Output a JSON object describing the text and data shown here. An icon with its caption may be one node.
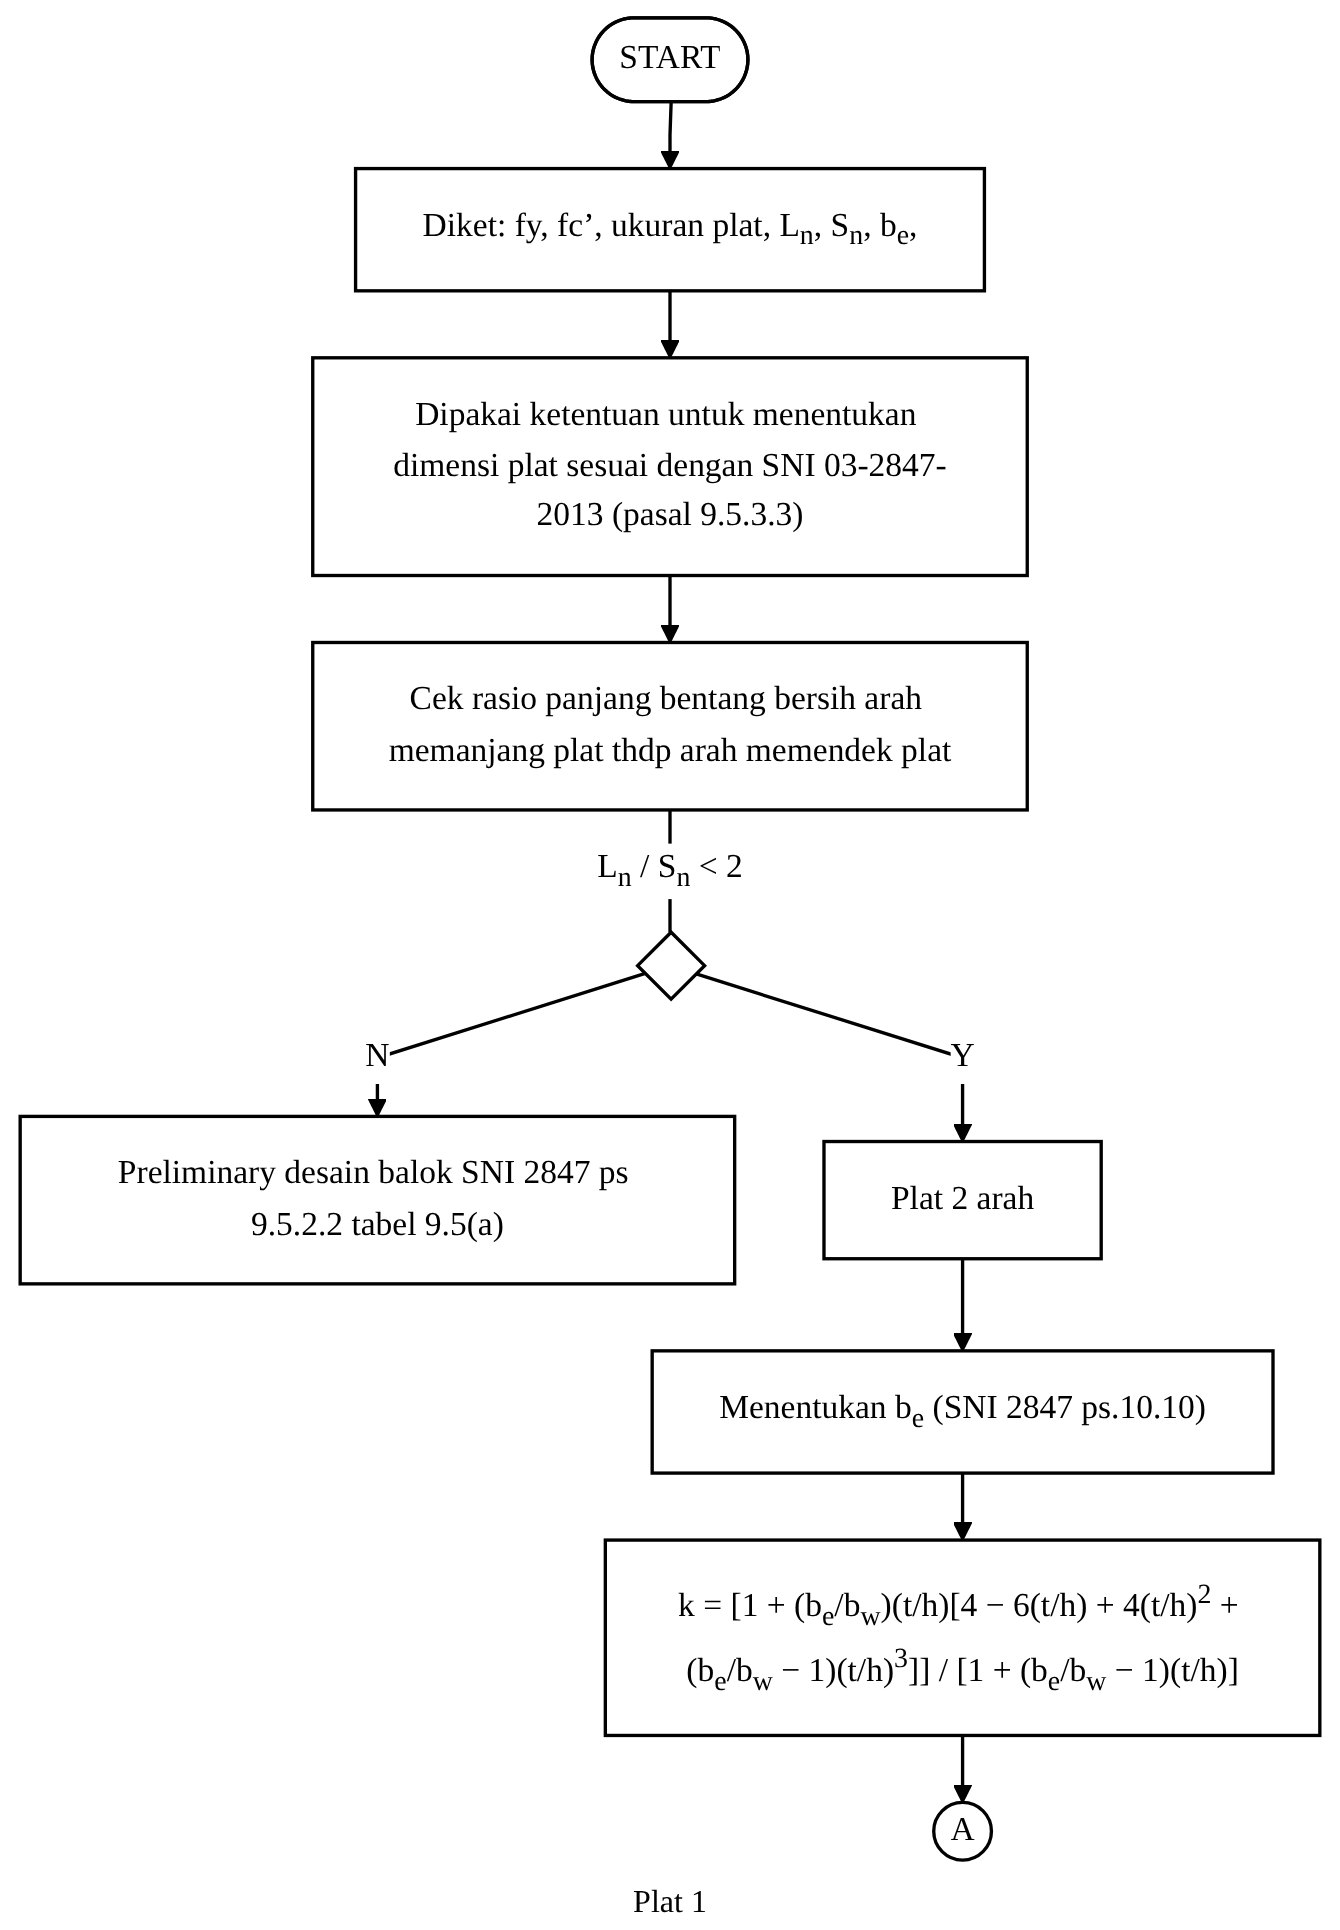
{
  "diagram": {
    "nodes": [
      {
        "text": [
          "START"
        ]
      },
      {
        "text": [
          "Diket: fy, fc’, ukuran plat, L$_{n}$, S$_{n}$, b$_{e}$,"
        ]
      },
      {
        "text": [
          "Dipakai ketentuan untuk menentukan dimensi plat sesuai dengan SNI 03-2847-2013 (pasal 9.5.3.3)"
        ]
      },
      {
        "text": [
          "Preliminary desain balok SNI 2847 ps 9.5.2.2 tabel 9.5(a)"
        ]
      },
      {
        "text": [
          "Cek rasio panjang bentang bersih arah memanjang plat thdp arah memendek plat"
        ]
      },
      {
        "text": [],
        "shape": "diamond",
        "beside": [
          "L$_{n}$ / S$_{n}$ < 2"
        ]
      },
      {
        "text": [
          "Plat 2 arah"
        ]
      },
      {
        "text": [
          "Menentukan b$_{e}$ (SNI 2847 ps.10.10)"
        ]
      },
      {
        "text": [
          "k = [1 + (b$_{e}$/b$_{w}$)(t/h)[4 − 6(t/h) + 4(t/h)$^{2}$ + (b$_{e}$/b$_{w}$ − 1)(t/h)$^{3}$]] / [1 + (b$_{e}$/b$_{w}$ − 1)(t/h)]"
        ]
      },
      {
        "text": [
          "A"
        ]
      }
    ],
    "edges": [
      {
        "from": 0,
        "to": 1,
        "arrow": "to"
      },
      {
        "from": 1,
        "to": 2,
        "arrow": "to"
      },
      {
        "from": 2,
        "to": 4,
        "arrow": "to"
      },
      {
        "from": 4,
        "to": 5,
        "arrow": "none"
      },
      {
        "from": 5,
        "to": 3,
        "arrow": "to",
        "label": "N"
      },
      {
        "from": 5,
        "to": 6,
        "arrow": "to",
        "label": "Y"
      },
      {
        "from": 6,
        "to": 7,
        "arrow": "to"
      },
      {
        "from": 7,
        "to": 8,
        "arrow": "to"
      },
      {
        "from": 8,
        "to": 9,
        "arrow": "to"
      }
    ],
    "labels": [
      "Plat 1"
    ]
  }
}
